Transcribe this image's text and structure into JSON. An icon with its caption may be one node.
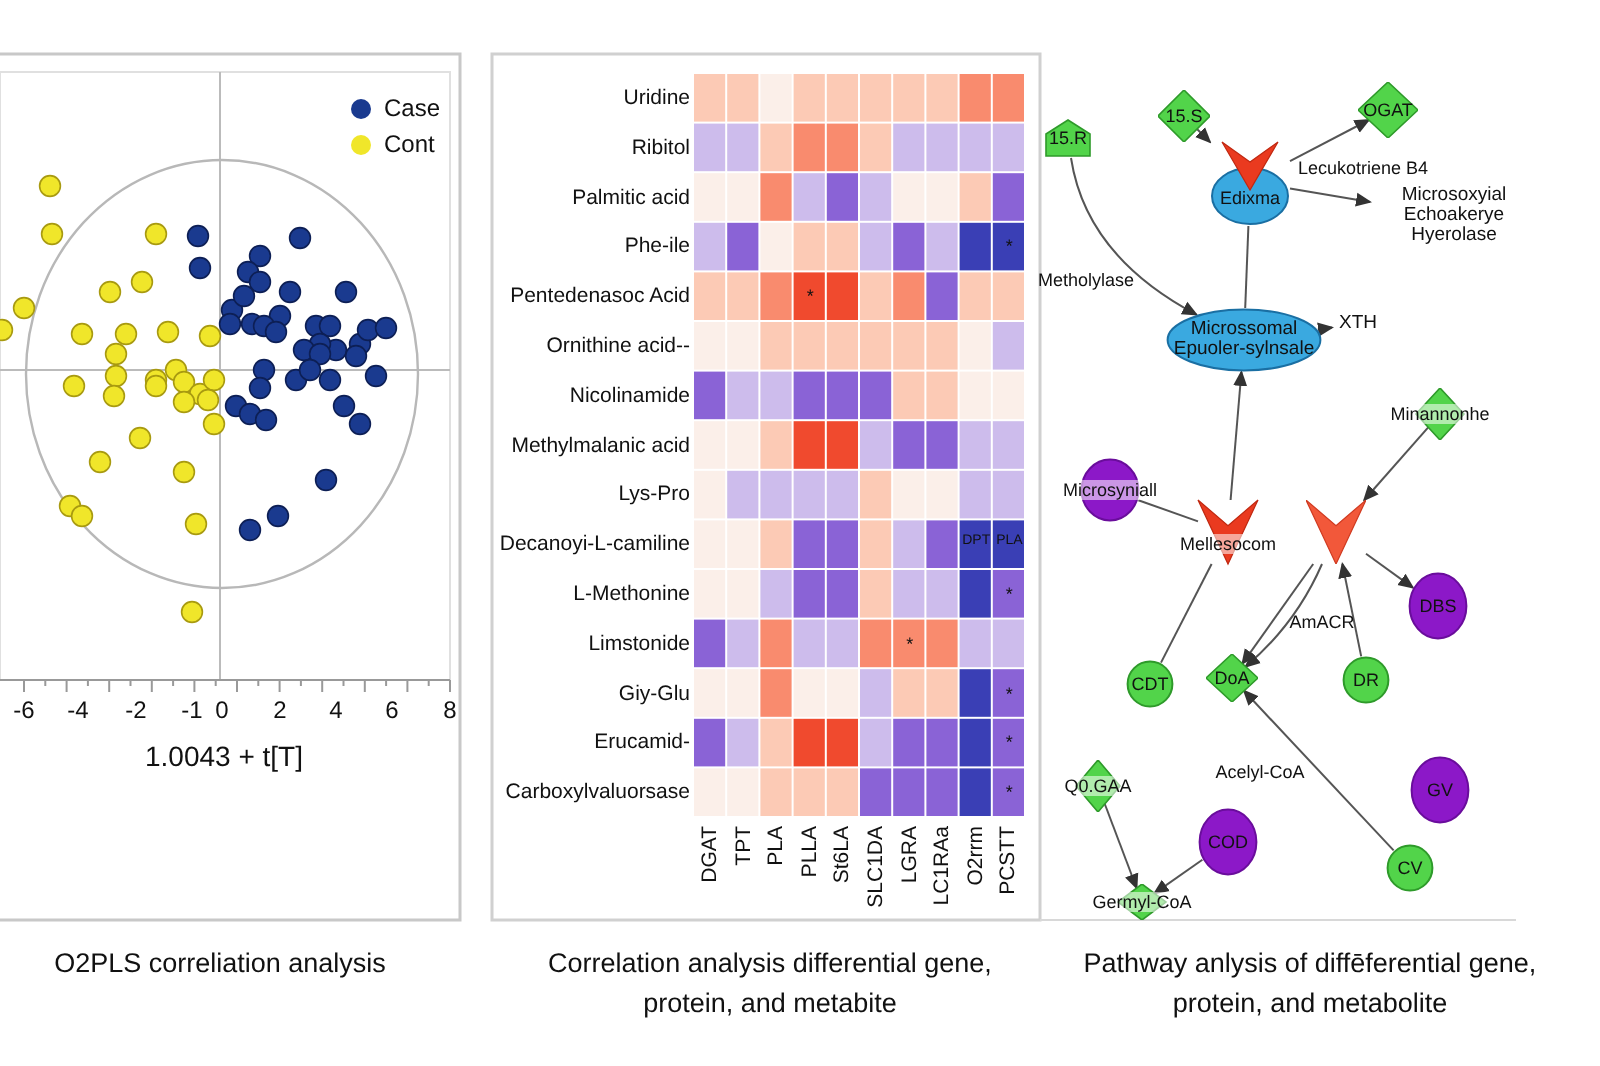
{
  "diagram": {
    "nodes": [
      {
        "text": [
          "15.S"
        ]
      },
      {
        "text": [
          "OGAT"
        ]
      },
      {
        "text": [
          "15.R"
        ]
      },
      {
        "text": [
          "Edixma"
        ]
      },
      {
        "text": [
          "Microsoxyial Echoakerye Hyerolase"
        ]
      },
      {
        "text": [
          "XTH"
        ]
      },
      {
        "text": [
          "Microssomal Epuoler-sylnsale"
        ]
      },
      {
        "text": [
          "Minannonhe"
        ]
      },
      {
        "text": [
          "Microsyniall"
        ]
      },
      {
        "text": [
          "Mellesocom"
        ]
      },
      {
        "text": [],
        "shape": "chevron"
      },
      {
        "text": [
          "DBS"
        ]
      },
      {
        "text": [
          "CDT"
        ]
      },
      {
        "text": [
          "DoA"
        ]
      },
      {
        "text": [
          "DR"
        ]
      },
      {
        "text": [
          "GV"
        ]
      },
      {
        "text": [
          "Q0.GAA"
        ]
      },
      {
        "text": [
          "COD"
        ]
      },
      {
        "text": [
          "CV"
        ]
      },
      {
        "text": [
          "Germyl-CoA"
        ]
      }
    ],
    "edges": [
      {
        "from": 0,
        "to": 3,
        "arrow": "to"
      },
      {
        "from": 3,
        "to": 1,
        "arrow": "to"
      },
      {
        "from": 3,
        "to": 4,
        "arrow": "to"
      },
      {
        "from": 2,
        "to": 6,
        "arrow": "to",
        "label": "Metholylase"
      },
      {
        "from": 3,
        "to": 6,
        "arrow": "none"
      },
      {
        "from": 6,
        "to": 5,
        "arrow": "to"
      },
      {
        "from": 9,
        "to": 6,
        "arrow": "to"
      },
      {
        "from": 8,
        "to": 9,
        "arrow": "none"
      },
      {
        "from": 12,
        "to": 9,
        "arrow": "none"
      },
      {
        "from": 7,
        "to": 10,
        "arrow": "to"
      },
      {
        "from": 10,
        "to": 11,
        "arrow": "to"
      },
      {
        "from": 10,
        "to": 13,
        "arrow": "to",
        "label": "AmACR"
      },
      {
        "from": 10,
        "to": 13,
        "arrow": "to"
      },
      {
        "from": 14,
        "to": 10,
        "arrow": "to"
      },
      {
        "from": 18,
        "to": 13,
        "arrow": "to",
        "label": "Acelyl-CoA"
      },
      {
        "from": 16,
        "to": 19,
        "arrow": "to"
      },
      {
        "from": 17,
        "to": 19,
        "arrow": "to"
      }
    ],
    "labels": [
      "-6",
      "-4",
      "-2",
      "-1",
      "0",
      "2",
      "4",
      "6",
      "8",
      "1.0043 + t[T]",
      "Uridine",
      "Ribitol",
      "Palmitic acid",
      "Phe-ile",
      "*",
      "Pentedenasoc Acid",
      "*",
      "Ornithine acid--",
      "Nicolinamide",
      "Methylmalanic acid",
      "Lys-Pro",
      "Decanoyi-L-camiline",
      "DPT",
      "PLA",
      "L-Methonine",
      "*",
      "Limstonide",
      "*",
      "Giy-Glu",
      "*",
      "Erucamid-",
      "*",
      "Carboxylvaluorsase",
      "*",
      "DGAT",
      "TPT",
      "PLA",
      "PLLA",
      "St6LA",
      "SLC1DA",
      "LGRA",
      "LC1RAa",
      "O2rrm",
      "PCSTT",
      "Lecukotriene B4",
      "O2PLS correliation analysis",
      "Correlation analysis differential gene, protein, and metabite",
      "Pathway anlysis of diffēferential gene, protein, and metabolite"
    ],
    "legend": [
      {
        "text": "Case",
        "color": "#1a3a8f"
      },
      {
        "text": "Cont",
        "color": "#f0e62a"
      }
    ]
  }
}
